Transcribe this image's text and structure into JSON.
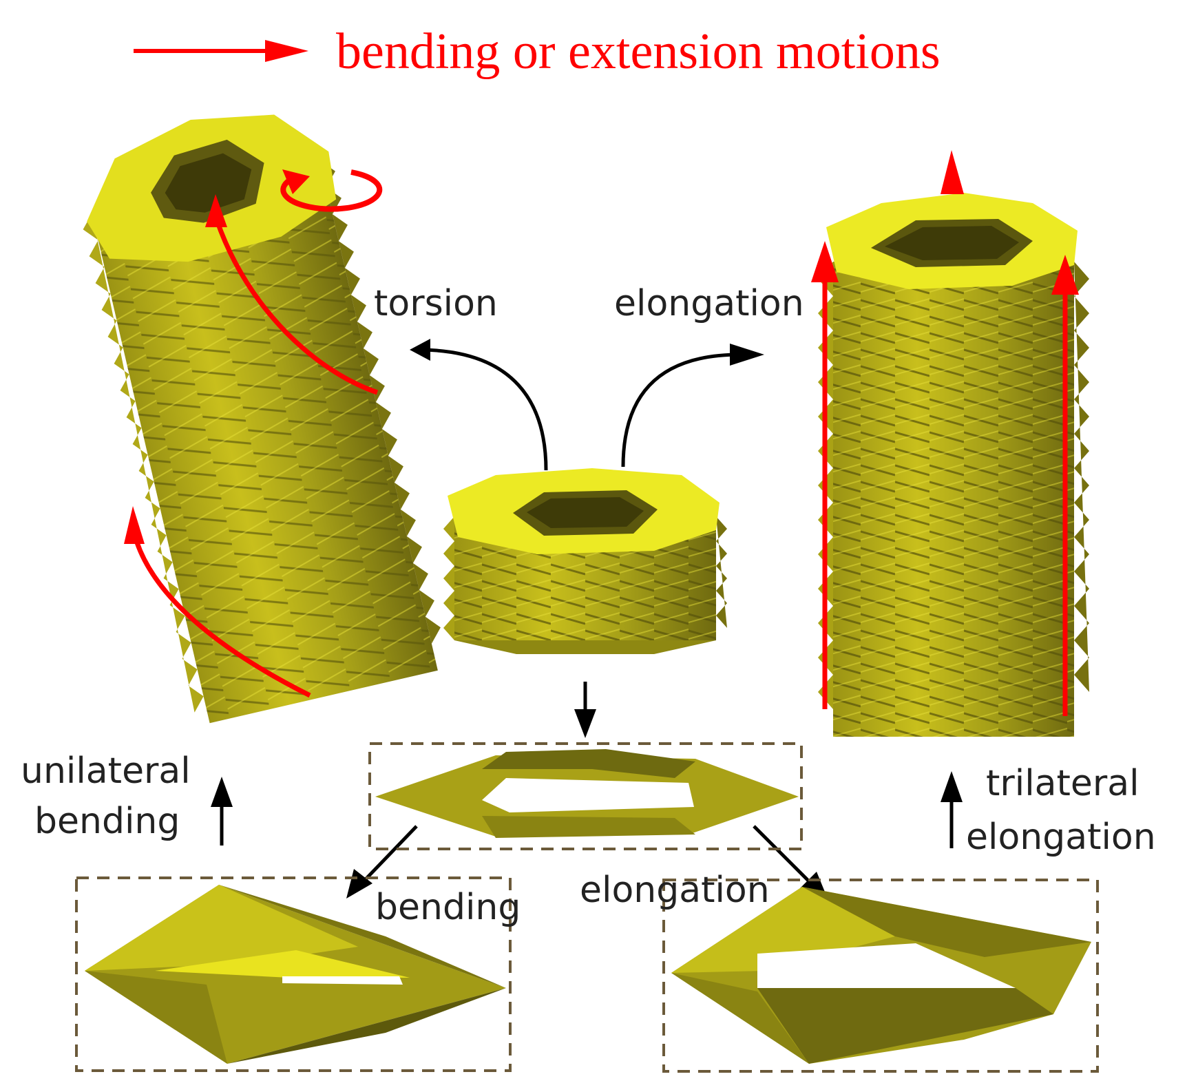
{
  "legend": {
    "text": "bending or extension motions",
    "color": "#ff0000",
    "arrow_icon": "red-right-arrow-icon"
  },
  "labels": {
    "torsion": "torsion",
    "elongation_top": "elongation",
    "unilateral_line1": "unilateral",
    "unilateral_line2": "bending",
    "trilateral_line1": "trilateral",
    "trilateral_line2": "elongation",
    "bending": "bending",
    "elongation_bottom": "elongation"
  },
  "colors": {
    "origami_light": "#f2f218",
    "origami_mid": "#c9c21a",
    "origami_dark": "#6e6a10",
    "motion_arrow": "#ff0000",
    "flow_arrow": "#000000",
    "dashed_frame": "#6b5a3a",
    "label_text": "#222222"
  },
  "icons": {
    "twisted_tower": "twisted-origami-tower-icon",
    "straight_tower": "straight-origami-tower-icon",
    "compact_stack": "compact-origami-stack-icon",
    "unit_cell": "hexagonal-unit-cell-icon",
    "bent_unit": "bent-unit-cell-icon",
    "extended_unit": "extended-unit-cell-icon",
    "rotation": "rotation-arrow-icon"
  }
}
